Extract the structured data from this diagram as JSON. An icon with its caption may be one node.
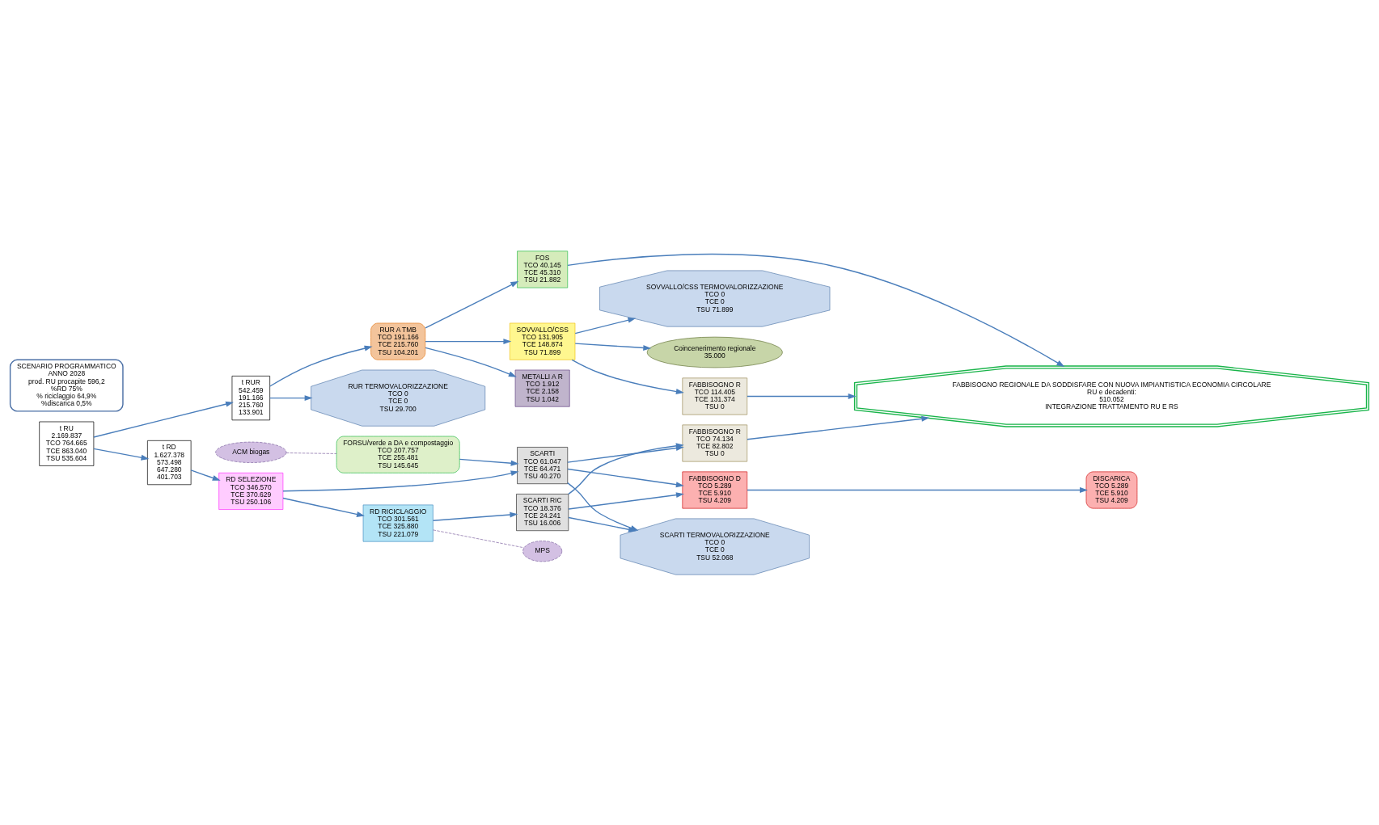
{
  "diagram": {
    "nodes": [
      {
        "text": [
          "SCENARIO PROGRAMMATICO",
          "ANNO 2028",
          "prod. RU procapite 596,2",
          "%RD 75%",
          "% riciclaggio 64,9%",
          "%discarica 0,5%"
        ]
      },
      {
        "text": [
          "t RU",
          "2.169.837",
          "TCO 764.665",
          "TCE 863.040",
          "TSU 535.604"
        ]
      },
      {
        "text": [
          "t RUR",
          "542.459",
          "191.166",
          "215.760",
          "133.901"
        ]
      },
      {
        "text": [
          "t RD",
          "1.627.378",
          "573.498",
          "647.280",
          "401.703"
        ]
      },
      {
        "text": [
          "RUR TERMOVALORIZZAZIONE",
          "TCO 0",
          "TCE 0",
          "TSU 29.700"
        ]
      },
      {
        "text": [
          "RUR A TMB",
          "TCO 191.166",
          "TCE 215.760",
          "TSU 104.201"
        ]
      },
      {
        "text": [
          "FOS",
          "TCO 40.145",
          "TCE 45.310",
          "TSU 21.882"
        ]
      },
      {
        "text": [
          "METALLI A R",
          "TCO 1.912",
          "TCE 2.158",
          "TSU 1.042"
        ]
      },
      {
        "text": [
          "SOVVALLO/CSS",
          "TCO 131.905",
          "TCE 148.874",
          "TSU 71.899"
        ]
      },
      {
        "text": [
          "Coincenerimento regionale",
          "35.000"
        ]
      },
      {
        "text": [
          "SOVVALLO/CSS TERMOVALORIZZAZIONE",
          "TCO 0",
          "TCE 0",
          "TSU 71.899"
        ]
      },
      {
        "text": [
          "FABBISOGNO R",
          "TCO 114.405",
          "TCE 131.374",
          "TSU 0"
        ]
      },
      {
        "text": [
          "FABBISOGNO REGIONALE DA SODDISFARE CON NUOVA IMPIANTISTICA ECONOMIA CIRCOLARE",
          "RU e decadenti:",
          "510.052",
          "INTEGRAZIONE TRATTAMENTO RU E RS"
        ]
      },
      {
        "text": [
          "ACM biogas"
        ]
      },
      {
        "text": [
          "FORSU/verde a DA e compostaggio",
          "TCO 207.757",
          "TCE 255.481",
          "TSU 145.645"
        ]
      },
      {
        "text": [
          "RD SELEZIONE",
          "TCO 346.570",
          "TCE 370.629",
          "TSU 250.106"
        ]
      },
      {
        "text": [
          "RD RICICLAGGIO",
          "TCO 301.561",
          "TCE 325.880",
          "TSU 221.079"
        ]
      },
      {
        "text": [
          "MPS"
        ]
      },
      {
        "text": [
          "SCARTI",
          "TCO 61.047",
          "TCE 64.471",
          "TSU 40.270"
        ]
      },
      {
        "text": [
          "SCARTI RIC",
          "TCO 18.376",
          "TCE 24.241",
          "TSU 16.006"
        ]
      },
      {
        "text": [
          "FABBISOGNO R",
          "TCO 74.134",
          "TCE 82.802",
          "TSU 0"
        ]
      },
      {
        "text": [
          "FABBISOGNO D",
          "TCO 5.289",
          "TCE 5.910",
          "TSU 4.209"
        ]
      },
      {
        "text": [
          "SCARTI TERMOVALORIZZAZIONE",
          "TCO 0",
          "TCE 0",
          "TSU 52.068"
        ]
      },
      {
        "text": [
          "DISCARICA",
          "TCO 5.289",
          "TCE 5.910",
          "TSU 4.209"
        ]
      }
    ],
    "edges": [
      {
        "from": 1,
        "to": 2,
        "arrow": "to"
      },
      {
        "from": 1,
        "to": 3,
        "arrow": "to"
      },
      {
        "from": 2,
        "to": 4,
        "arrow": "to"
      },
      {
        "from": 2,
        "to": 5,
        "arrow": "to"
      },
      {
        "from": 5,
        "to": 6,
        "arrow": "to"
      },
      {
        "from": 5,
        "to": 7,
        "arrow": "to"
      },
      {
        "from": 5,
        "to": 8,
        "arrow": "to"
      },
      {
        "from": 6,
        "to": 12,
        "arrow": "to"
      },
      {
        "from": 8,
        "to": 9,
        "arrow": "to"
      },
      {
        "from": 8,
        "to": 10,
        "arrow": "to"
      },
      {
        "from": 8,
        "to": 11,
        "arrow": "to"
      },
      {
        "from": 11,
        "to": 12,
        "arrow": "to"
      },
      {
        "from": 13,
        "to": 14,
        "arrow": "none",
        "style": "dashed",
        "color": "#8064a2"
      },
      {
        "from": 3,
        "to": 15,
        "arrow": "to"
      },
      {
        "from": 14,
        "to": 18,
        "arrow": "to"
      },
      {
        "from": 15,
        "to": 18,
        "arrow": "to"
      },
      {
        "from": 15,
        "to": 16,
        "arrow": "to"
      },
      {
        "from": 16,
        "to": 19,
        "arrow": "to"
      },
      {
        "from": 16,
        "to": 17,
        "arrow": "none",
        "style": "dashed",
        "color": "#8064a2"
      },
      {
        "from": 18,
        "to": 20,
        "arrow": "to"
      },
      {
        "from": 18,
        "to": 21,
        "arrow": "to"
      },
      {
        "from": 18,
        "to": 22,
        "arrow": "to"
      },
      {
        "from": 19,
        "to": 20,
        "arrow": "to"
      },
      {
        "from": 19,
        "to": 21,
        "arrow": "to"
      },
      {
        "from": 19,
        "to": 22,
        "arrow": "to"
      },
      {
        "from": 20,
        "to": 12,
        "arrow": "to"
      },
      {
        "from": 21,
        "to": 23,
        "arrow": "to"
      }
    ]
  }
}
